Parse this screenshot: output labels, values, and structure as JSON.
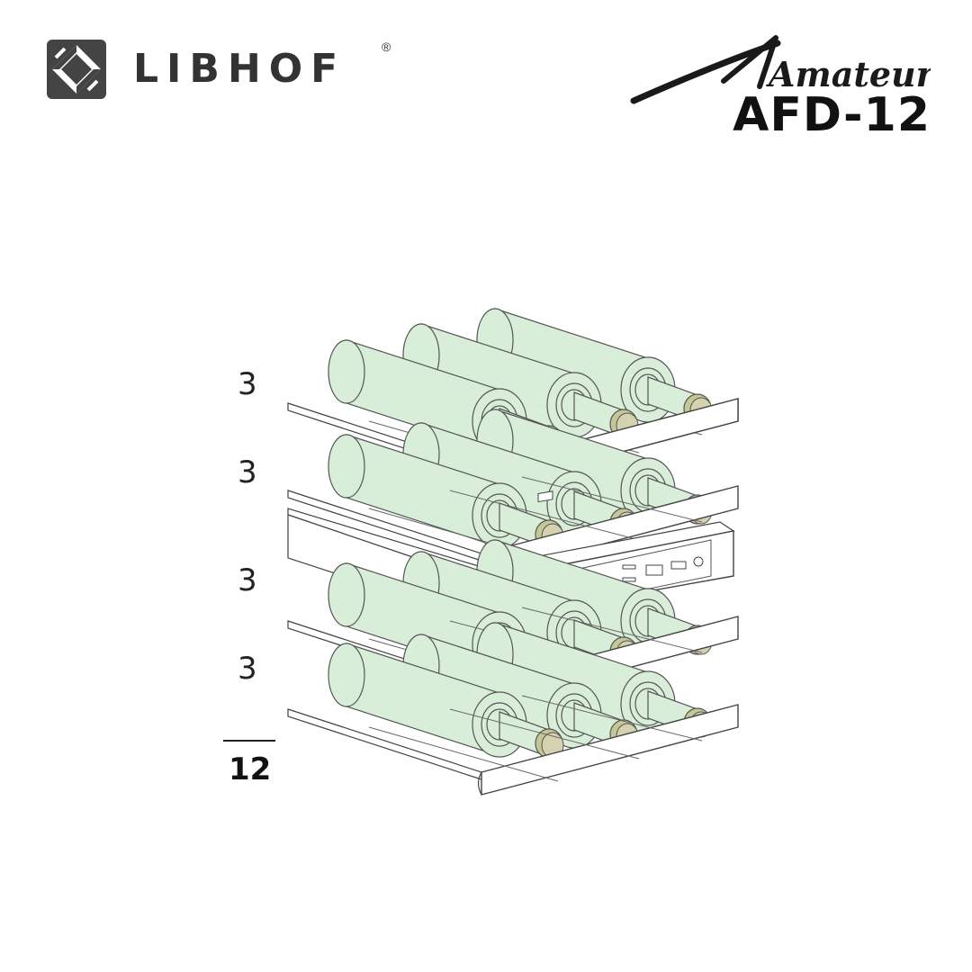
{
  "brand": {
    "name": "LIBHOF",
    "registered_mark": "®",
    "logo_icon": "libhof-square-logo-icon",
    "color": "#333333"
  },
  "model": {
    "series": "Amateur",
    "code": "AFD-12"
  },
  "capacity": {
    "shelves": [
      {
        "label": "3",
        "bottles": 3
      },
      {
        "label": "3",
        "bottles": 3
      },
      {
        "label": "3",
        "bottles": 3
      },
      {
        "label": "3",
        "bottles": 3
      }
    ],
    "total_label": "12",
    "total": 12
  },
  "illustration": {
    "bottle_color": "#d8eed9",
    "cork_color": "#d6d2b0",
    "cork_rim_color": "#c4c896",
    "shelf_color": "#ffffff",
    "outline_color": "#444444",
    "control_panel_icons": [
      "power-button-icon",
      "display-icon",
      "display-icon",
      "slot-icon",
      "slot-icon",
      "slot-icon",
      "slot-icon",
      "display-icon",
      "display-icon",
      "light-button-icon"
    ]
  }
}
